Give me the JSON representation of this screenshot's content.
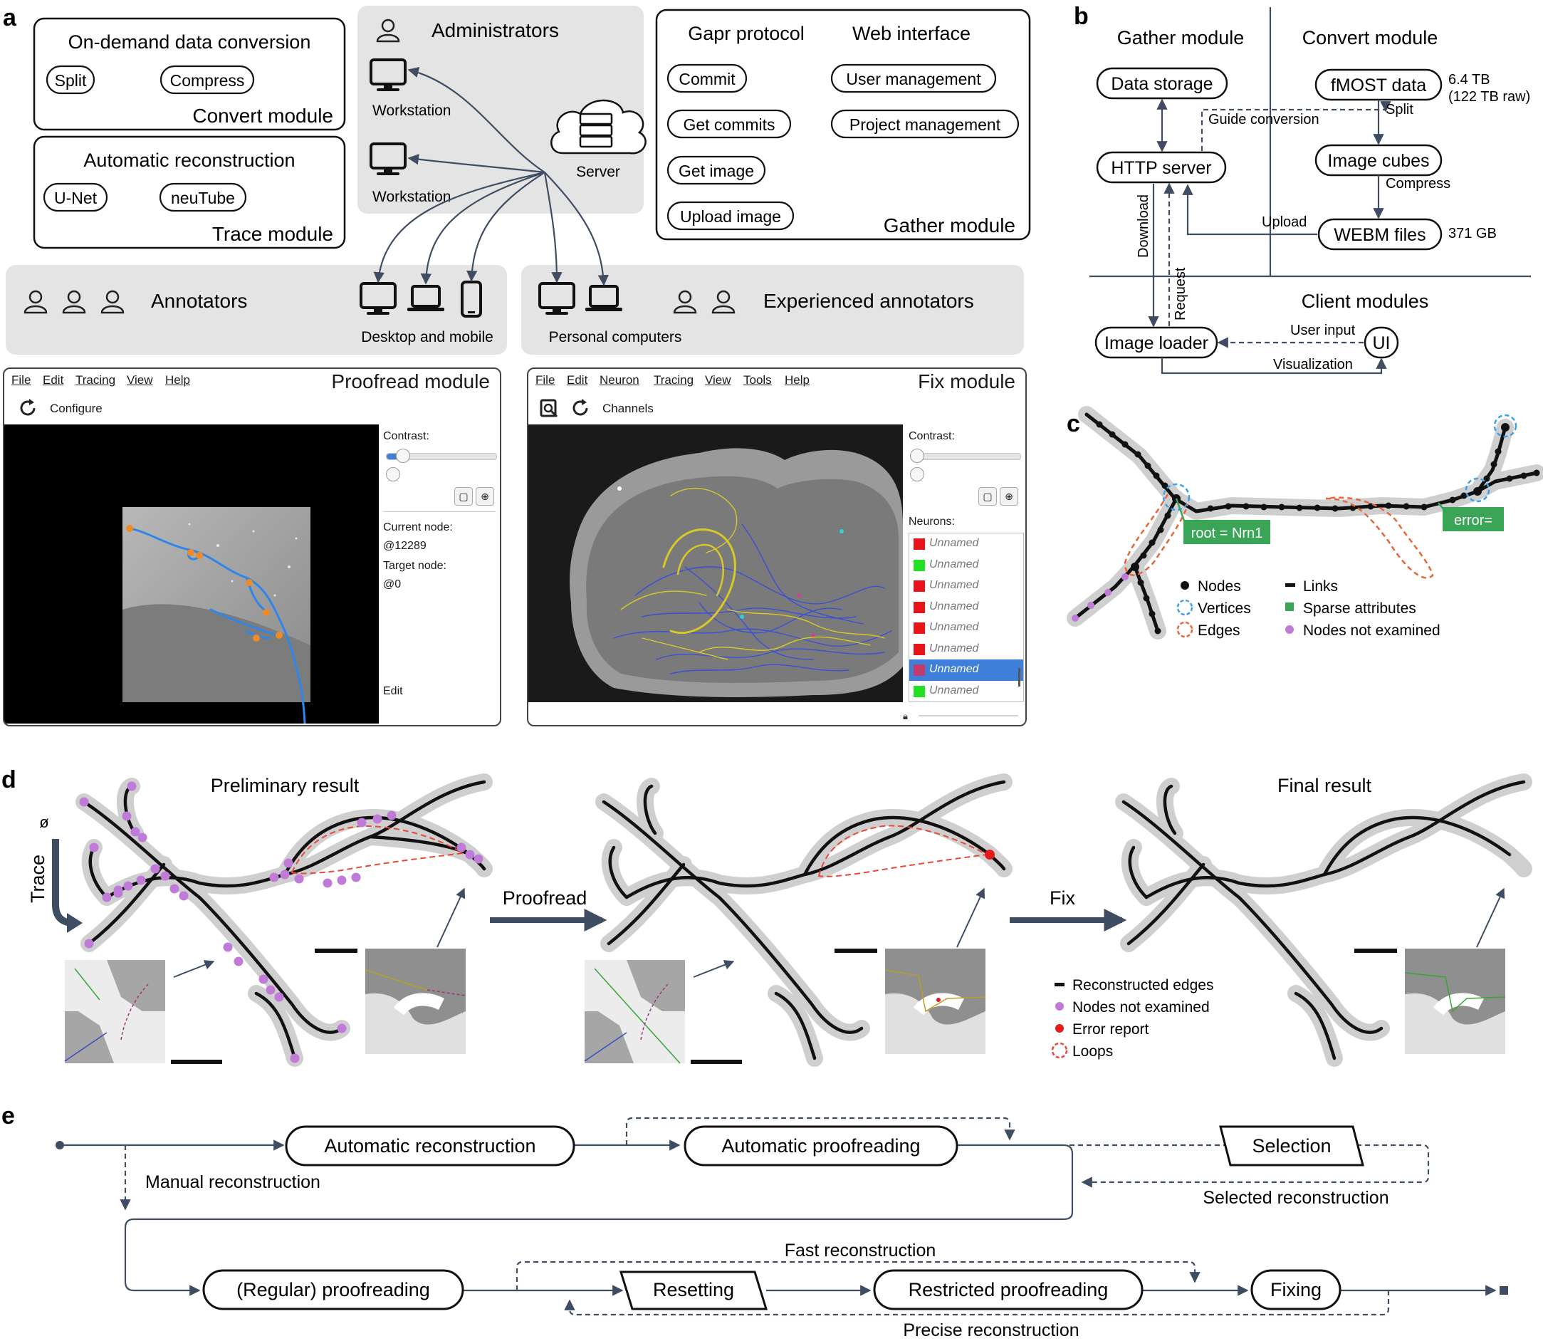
{
  "panel_letters": {
    "a": "a",
    "b": "b",
    "c": "c",
    "d": "d",
    "e": "e"
  },
  "panel_a": {
    "convert_box": {
      "title": "On-demand data conversion",
      "items": [
        "Split",
        "Compress"
      ],
      "module": "Convert module"
    },
    "trace_box": {
      "title": "Automatic reconstruction",
      "items": [
        "U-Net",
        "neuTube"
      ],
      "module": "Trace module"
    },
    "admin_box": {
      "title": "Administrators",
      "workstation_1": "Workstation",
      "workstation_2": "Workstation",
      "server": "Server"
    },
    "gather_box": {
      "col1_title": "Gapr protocol",
      "col2_title": "Web interface",
      "col1_items": [
        "Commit",
        "Get commits",
        "Get image",
        "Upload image"
      ],
      "col2_items": [
        "User management",
        "Project management"
      ],
      "module": "Gather module"
    },
    "annotators_box": {
      "title": "Annotators",
      "devices": "Desktop and mobile"
    },
    "experienced_box": {
      "title": "Experienced annotators",
      "devices": "Personal computers"
    },
    "proofread_window": {
      "title": "Proofread module",
      "menu": [
        "File",
        "Edit",
        "Tracing",
        "View",
        "Help"
      ],
      "toolbar_label": "Configure",
      "contrast_label": "Contrast:",
      "current_node_label": "Current node:",
      "current_node_value": "@12289",
      "target_node_label": "Target node:",
      "target_node_value": "@0",
      "edit_label": "Edit"
    },
    "fix_window": {
      "title": "Fix module",
      "menu": [
        "File",
        "Edit",
        "Neuron",
        "Tracing",
        "View",
        "Tools",
        "Help"
      ],
      "toolbar_label": "Channels",
      "contrast_label": "Contrast:",
      "neurons_label": "Neurons:",
      "neurons": [
        {
          "name": "Unnamed",
          "color": "#e8141a"
        },
        {
          "name": "Unnamed",
          "color": "#22e022"
        },
        {
          "name": "Unnamed",
          "color": "#e8141a"
        },
        {
          "name": "Unnamed",
          "color": "#e8141a"
        },
        {
          "name": "Unnamed",
          "color": "#e8141a"
        },
        {
          "name": "Unnamed",
          "color": "#e8141a"
        },
        {
          "name": "Unnamed",
          "color": "#c43a6a",
          "selected": true
        },
        {
          "name": "Unnamed",
          "color": "#22e022"
        }
      ]
    }
  },
  "panel_b": {
    "gather_title": "Gather module",
    "convert_title": "Convert module",
    "client_title": "Client modules",
    "data_storage": "Data storage",
    "http_server": "HTTP server",
    "image_loader": "Image loader",
    "ui": "UI",
    "fmost": "fMOST data",
    "fmost_size": "6.4 TB",
    "fmost_raw": "(122 TB raw)",
    "split": "Split",
    "image_cubes": "Image cubes",
    "compress": "Compress",
    "webm": "WEBM files",
    "webm_size": "371 GB",
    "guide": "Guide conversion",
    "upload": "Upload",
    "download": "Download",
    "request": "Request",
    "user_input": "User input",
    "visualization": "Visualization"
  },
  "panel_c": {
    "root_tag": "root = Nrn1",
    "error_tag": "error=",
    "legend": [
      "Nodes",
      "Vertices",
      "Edges",
      "Links",
      "Sparse attributes",
      "Nodes not examined"
    ]
  },
  "panel_d": {
    "preliminary": "Preliminary result",
    "final": "Final result",
    "trace": "Trace",
    "null_symbol": "ø",
    "proofread": "Proofread",
    "fix": "Fix",
    "legend": [
      "Reconstructed edges",
      "Nodes not examined",
      "Error report",
      "Loops"
    ]
  },
  "panel_e": {
    "automatic_reconstruction": "Automatic reconstruction",
    "automatic_proofreading": "Automatic proofreading",
    "selection": "Selection",
    "selected_reconstruction": "Selected reconstruction",
    "manual_reconstruction": "Manual reconstruction",
    "regular_proofreading": "(Regular) proofreading",
    "resetting": "Resetting",
    "restricted_proofreading": "Restricted proofreading",
    "fixing": "Fixing",
    "fast_reconstruction": "Fast reconstruction",
    "precise_reconstruction": "Precise reconstruction"
  },
  "colors": {
    "box_grey": "#e4e4e4",
    "arrow": "#3f4d63",
    "neuron_blue": "#3a8ee6",
    "node_orange": "#f08a24",
    "nodes_not_examined": "#c07ad8",
    "error_red": "#e41a1c",
    "loop_red": "#e8493a",
    "sparse_green": "#3aa557",
    "vertex_blue": "#3aa0e8"
  }
}
